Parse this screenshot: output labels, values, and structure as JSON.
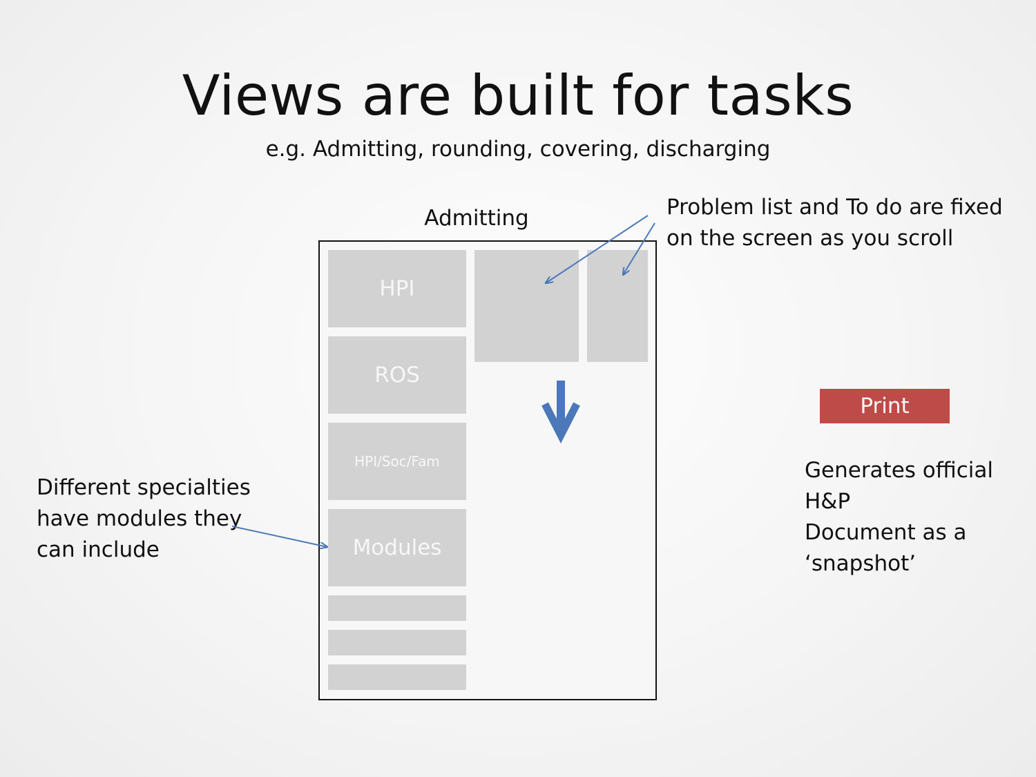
{
  "title": "Views are built for tasks",
  "subtitle": "e.g. Admitting, rounding, covering, discharging",
  "view_label": "Admitting",
  "blocks": {
    "hpi": "HPI",
    "ros": "ROS",
    "hpi_soc_fam": "HPI/Soc/Fam",
    "modules": "Modules"
  },
  "annotations": {
    "fixed_panels": [
      "Problem list and To do are fixed",
      "on the screen as you scroll"
    ],
    "specialties": [
      "Different specialties",
      "have modules they",
      "can include"
    ],
    "print_note": [
      "Generates official",
      "H&P",
      "Document as a",
      "‘snapshot’"
    ]
  },
  "print_button": "Print",
  "colors": {
    "block_fill": "#d2d2d2",
    "block_text": "#f7f7f7",
    "arrow_blue": "#4a78b8",
    "print_red": "#be4b48"
  },
  "icons": {
    "scroll_arrow": "arrow-down-icon"
  }
}
